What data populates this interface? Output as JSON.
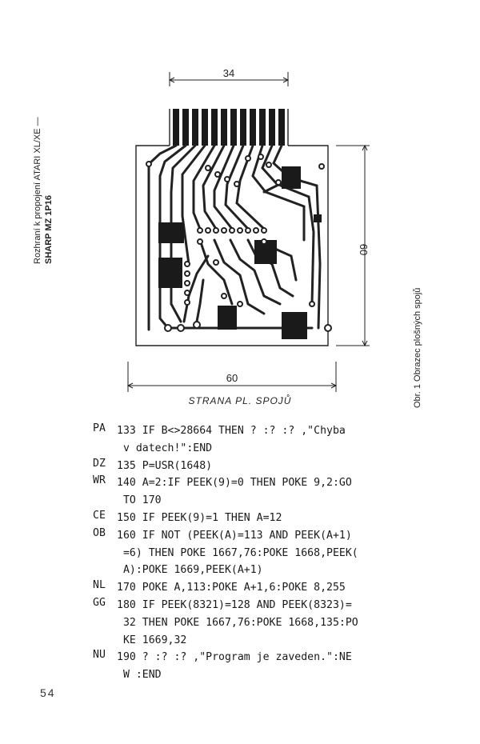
{
  "side_title": {
    "line1": "Rozhraní k propojení ATARI XL/XE —",
    "line2": "SHARP MZ 1P16"
  },
  "figure": {
    "caption": "Obr. 1   Obrazec plošných spojů",
    "board_label": "STRANA PL. SPOJŮ",
    "dim_top": "34",
    "dim_right": "60",
    "dim_bottom": "60"
  },
  "listing": [
    {
      "code": "PA",
      "text": "133 IF B<>28664 THEN ? :? :? ,\"Chyba\n v datech!\":END"
    },
    {
      "code": "DZ",
      "text": "135 P=USR(1648)"
    },
    {
      "code": "WR",
      "text": "140 A=2:IF PEEK(9)=0 THEN POKE 9,2:GO\n TO 170"
    },
    {
      "code": "CE",
      "text": "150 IF PEEK(9)=1 THEN A=12"
    },
    {
      "code": "OB",
      "text": "160 IF NOT (PEEK(A)=113 AND PEEK(A+1)\n =6) THEN POKE 1667,76:POKE 1668,PEEK(\n A):POKE 1669,PEEK(A+1)"
    },
    {
      "code": "NL",
      "text": "170 POKE A,113:POKE A+1,6:POKE 8,255"
    },
    {
      "code": "GG",
      "text": "180 IF PEEK(8321)=128 AND PEEK(8323)=\n 32 THEN POKE 1667,76:POKE 1668,135:PO\n KE 1669,32"
    },
    {
      "code": "NU",
      "text": "190 ? :? :? ,\"Program je zaveden.\":NE\n W :END"
    }
  ],
  "page_number": "54"
}
